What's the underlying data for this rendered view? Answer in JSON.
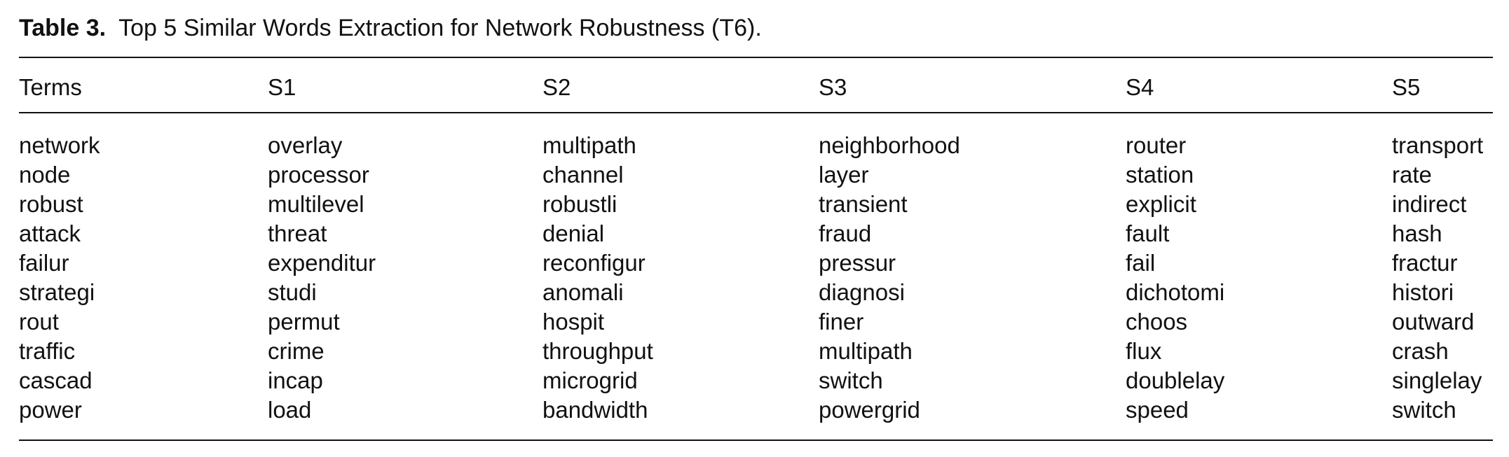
{
  "caption": {
    "label": "Table 3.",
    "text": "Top 5 Similar Words Extraction for Network Robustness (T6)."
  },
  "table": {
    "headers": [
      "Terms",
      "S1",
      "S2",
      "S3",
      "S4",
      "S5"
    ],
    "columns": [
      [
        "network",
        "node",
        "robust",
        "attack",
        "failur",
        "strategi",
        "rout",
        "traffic",
        "cascad",
        "power"
      ],
      [
        "overlay",
        "processor",
        "multilevel",
        "threat",
        "expenditur",
        "studi",
        "permut",
        "crime",
        "incap",
        "load"
      ],
      [
        "multipath",
        "channel",
        "robustli",
        "denial",
        "reconfigur",
        "anomali",
        "hospit",
        "throughput",
        "microgrid",
        "bandwidth"
      ],
      [
        "neighborhood",
        "layer",
        "transient",
        "fraud",
        "pressur",
        "diagnosi",
        "finer",
        "multipath",
        "switch",
        "powergrid"
      ],
      [
        "router",
        "station",
        "explicit",
        "fault",
        "fail",
        "dichotomi",
        "choos",
        "flux",
        "doublelay",
        "speed"
      ],
      [
        "transport",
        "rate",
        "indirect",
        "hash",
        "fractur",
        "histori",
        "outward",
        "crash",
        "singlelay",
        "switch"
      ]
    ]
  }
}
